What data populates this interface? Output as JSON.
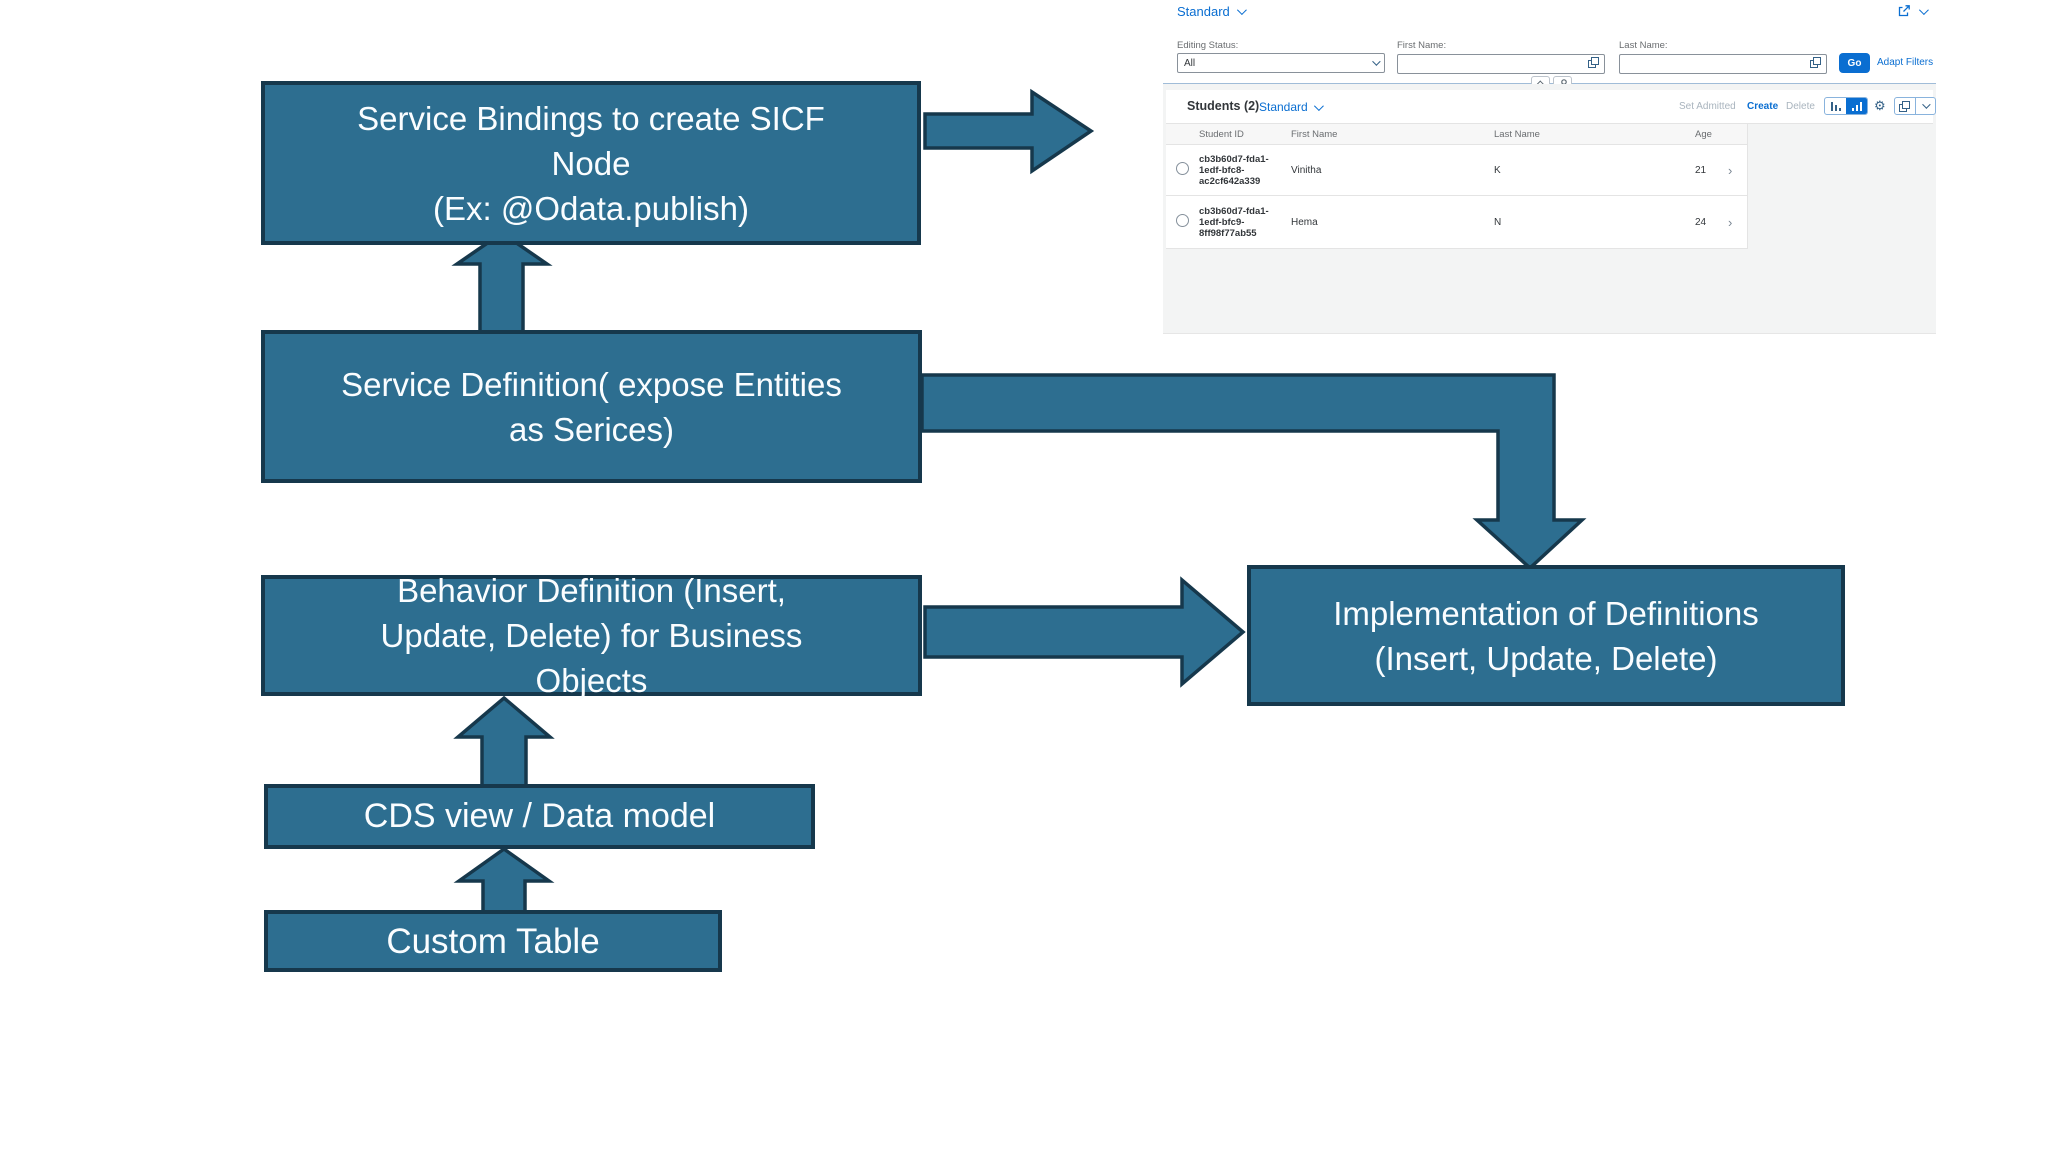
{
  "diagram": {
    "colors": {
      "box_fill": "#2d6e90",
      "box_border": "#16384c"
    },
    "boxes": [
      {
        "id": "service-bindings",
        "text": "Service Bindings to create SICF\nNode\n(Ex: @Odata.publish)"
      },
      {
        "id": "service-definition",
        "text": "Service Definition( expose Entities\nas Serices)"
      },
      {
        "id": "behavior-definition",
        "text": "Behavior Definition (Insert,\nUpdate, Delete) for Business\nObjects"
      },
      {
        "id": "cds-view",
        "text": "CDS view / Data model"
      },
      {
        "id": "custom-table",
        "text": "Custom Table"
      },
      {
        "id": "implementation",
        "text": "Implementation of Definitions\n(Insert, Update, Delete)"
      }
    ]
  },
  "app": {
    "accent": "#0a6ed1",
    "variant_title": "Standard",
    "filter_bar": {
      "fields": [
        {
          "label": "Editing Status:",
          "value": "All"
        },
        {
          "label": "First Name:",
          "value": ""
        },
        {
          "label": "Last Name:",
          "value": ""
        }
      ],
      "go_label": "Go",
      "adapt_filters_label": "Adapt Filters"
    },
    "table": {
      "title": "Students (2)",
      "variant": "Standard",
      "actions": [
        {
          "label": "Set Admitted",
          "enabled": false
        },
        {
          "label": "Create",
          "enabled": true
        },
        {
          "label": "Delete",
          "enabled": false
        }
      ],
      "columns": [
        "Student ID",
        "First Name",
        "Last Name",
        "Age"
      ],
      "rows": [
        {
          "student_id": "cb3b60d7-fda1-\n1edf-bfc8-\nac2cf642a339",
          "first_name": "Vinitha",
          "last_name": "K",
          "age": "21"
        },
        {
          "student_id": "cb3b60d7-fda1-\n1edf-bfc9-\n8ff98f77ab55",
          "first_name": "Hema",
          "last_name": "N",
          "age": "24"
        }
      ]
    },
    "icons": {
      "gear": "⚙",
      "row_chevron": "›"
    }
  }
}
